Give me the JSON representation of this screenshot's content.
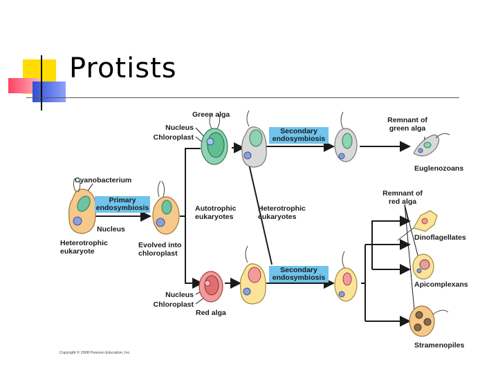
{
  "slide": {
    "title": "Protists",
    "copyright": "Copyright © 2008 Pearson Education, Inc."
  },
  "diagram": {
    "labels": {
      "green_alga": "Green alga",
      "nucleus_top": "Nucleus",
      "chloroplast_top": "Chloroplast",
      "cyanobacterium": "Cyanobacterium",
      "nucleus_left": "Nucleus",
      "heterotrophic_eukaryote": "Heterotrophic eukaryote",
      "evolved_into_chloroplast": "Evolved into chloroplast",
      "autotrophic_eukaryotes": "Autotrophic eukaryotes",
      "heterotrophic_eukaryotes": "Heterotrophic eukaryotes",
      "nucleus_bottom": "Nucleus",
      "chloroplast_bottom": "Chloroplast",
      "red_alga": "Red alga",
      "remnant_green": "Remnant of green alga",
      "remnant_red": "Remnant of red alga",
      "euglenozoans": "Euglenozoans",
      "dinoflagellates": "Dinoflagellates",
      "apicomplexans": "Apicomplexans",
      "stramenopiles": "Stramenopiles"
    },
    "boxes": {
      "primary": "Primary endosymbiosis",
      "secondary_top": "Secondary endosymbiosis",
      "secondary_bottom": "Secondary endosymbiosis"
    },
    "colors": {
      "box": "#6fc3ec",
      "green_cell": "#8fd3b0",
      "yellow_cell": "#fbe49a",
      "orange_cell": "#f6c98a",
      "red_cell": "#f29b9b",
      "gray_cell": "#d9d9d9"
    }
  }
}
